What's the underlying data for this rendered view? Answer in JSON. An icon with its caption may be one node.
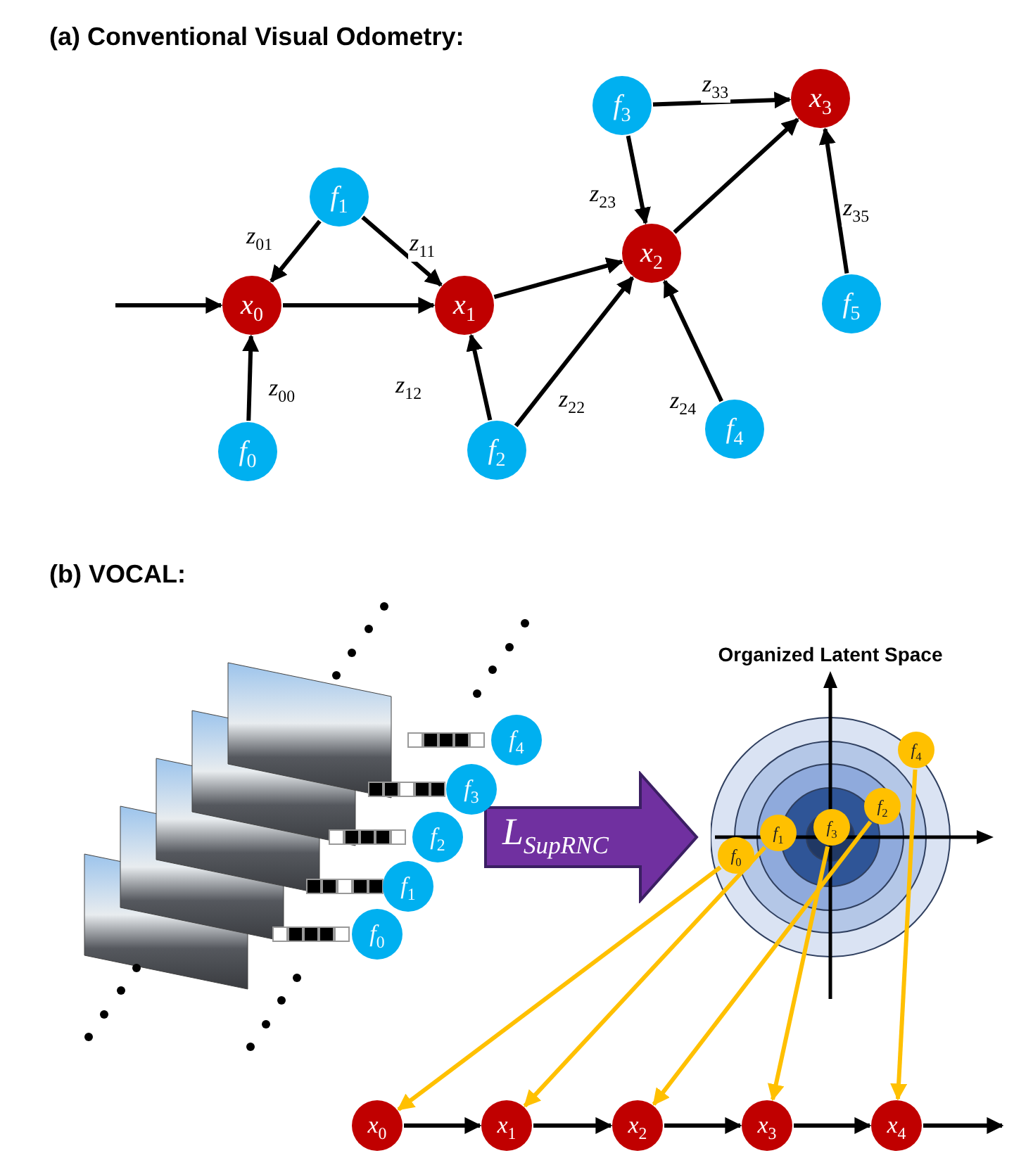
{
  "diagram": {
    "nodes": [
      {
        "text": [
          "x$_{0}$"
        ]
      },
      {
        "text": [
          "x$_{1}$"
        ]
      },
      {
        "text": [
          "x$_{2}$"
        ]
      },
      {
        "text": [
          "x$_{3}$"
        ]
      },
      {
        "text": [
          "f$_{0}$"
        ]
      },
      {
        "text": [
          "f$_{1}$"
        ]
      },
      {
        "text": [
          "f$_{2}$"
        ]
      },
      {
        "text": [
          "f$_{3}$"
        ]
      },
      {
        "text": [
          "f$_{4}$"
        ]
      },
      {
        "text": [
          "f$_{5}$"
        ]
      },
      {
        "text": [
          "f$_{4}$"
        ]
      },
      {
        "text": [
          "f$_{3}$"
        ]
      },
      {
        "text": [
          "f$_{2}$"
        ]
      },
      {
        "text": [
          "f$_{1}$"
        ]
      },
      {
        "text": [
          "f$_{0}$"
        ]
      },
      {
        "text": [
          "L$_{SupRNC}$"
        ]
      },
      {
        "text": [
          "Organized Latent Space"
        ]
      },
      {
        "text": [
          "f$_{4}$"
        ],
        "in": 16
      },
      {
        "text": [
          "f$_{2}$"
        ],
        "in": 16
      },
      {
        "text": [
          "f$_{1}$"
        ],
        "in": 16
      },
      {
        "text": [
          "f$_{3}$"
        ],
        "in": 16
      },
      {
        "text": [
          "f$_{0}$"
        ],
        "in": 16
      },
      {
        "text": [
          "x$_{0}$"
        ]
      },
      {
        "text": [
          "x$_{1}$"
        ]
      },
      {
        "text": [
          "x$_{2}$"
        ]
      },
      {
        "text": [
          "x$_{3}$"
        ]
      },
      {
        "text": [
          "x$_{4}$"
        ]
      }
    ],
    "edges": [
      {
        "from": null,
        "to": 0,
        "arrow": "to"
      },
      {
        "from": 0,
        "to": 1,
        "arrow": "to"
      },
      {
        "from": 1,
        "to": 2,
        "arrow": "to"
      },
      {
        "from": 2,
        "to": 3,
        "arrow": "to"
      },
      {
        "from": 5,
        "to": 0,
        "arrow": "to",
        "label": "z$_{01}$"
      },
      {
        "from": 5,
        "to": 1,
        "arrow": "to",
        "label": "z$_{11}$"
      },
      {
        "from": 4,
        "to": 0,
        "arrow": "to",
        "label": "z$_{00}$"
      },
      {
        "from": 6,
        "to": 1,
        "arrow": "to",
        "label": "z$_{12}$"
      },
      {
        "from": 6,
        "to": 2,
        "arrow": "to",
        "label": "z$_{22}$"
      },
      {
        "from": 7,
        "to": 2,
        "arrow": "to",
        "label": "z$_{23}$"
      },
      {
        "from": 7,
        "to": 3,
        "arrow": "to",
        "label": "z$_{33}$"
      },
      {
        "from": 8,
        "to": 2,
        "arrow": "to",
        "label": "z$_{24}$"
      },
      {
        "from": 9,
        "to": 3,
        "arrow": "to",
        "label": "z$_{35}$"
      },
      {
        "from": 21,
        "to": 22,
        "arrow": "to",
        "color": "#ffc000"
      },
      {
        "from": 19,
        "to": 23,
        "arrow": "to",
        "color": "#ffc000"
      },
      {
        "from": 18,
        "to": 24,
        "arrow": "to",
        "color": "#ffc000"
      },
      {
        "from": 20,
        "to": 25,
        "arrow": "to",
        "color": "#ffc000"
      },
      {
        "from": 17,
        "to": 26,
        "arrow": "to",
        "color": "#ffc000"
      },
      {
        "from": 22,
        "to": 23,
        "arrow": "to"
      },
      {
        "from": 23,
        "to": 24,
        "arrow": "to"
      },
      {
        "from": 24,
        "to": 25,
        "arrow": "to"
      },
      {
        "from": 25,
        "to": 26,
        "arrow": "to"
      },
      {
        "from": 26,
        "to": null,
        "arrow": "to"
      }
    ],
    "labels": [
      "(a) Conventional Visual Odometry:",
      "(b) VOCAL:"
    ]
  }
}
